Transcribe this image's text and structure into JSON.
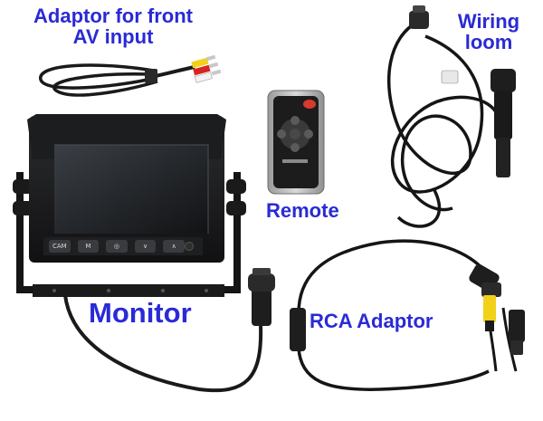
{
  "labels": {
    "av_adaptor": {
      "line1": "Adaptor for front",
      "line2": "AV input"
    },
    "wiring_loom": {
      "line1": "Wiring",
      "line2": "loom"
    },
    "remote": "Remote",
    "monitor": "Monitor",
    "rca_adaptor": "RCA Adaptor"
  },
  "monitor_buttons": [
    "CAM",
    "M",
    "◎",
    "∨",
    "∧"
  ],
  "colors": {
    "label_blue": "#2a2ad6",
    "background": "#ffffff",
    "rca_yellow": "#f2d11a",
    "rca_red": "#d8261e",
    "rca_white": "#f4f4f4",
    "remote_red_button": "#d8392c"
  }
}
